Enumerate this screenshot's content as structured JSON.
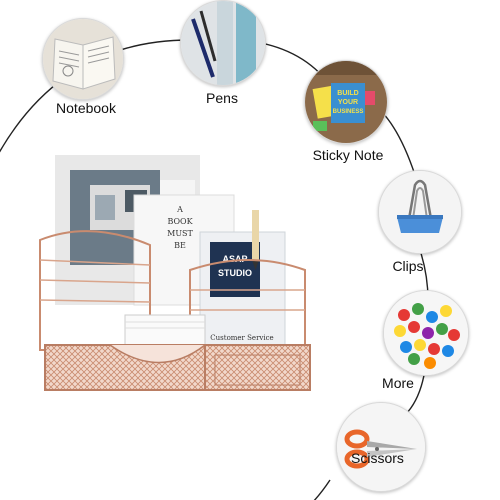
{
  "items": {
    "notebook": "Notebook",
    "pens": "Pens",
    "sticky_note": "Sticky Note",
    "clips": "Clips",
    "more": "More",
    "scissors": "Scissors"
  },
  "product_text": {
    "book_card": "A BOOK MUST BE",
    "studio_card_line1": "ASAP",
    "studio_card_line2": "STUDIO",
    "studio_card_caption": "Customer Service",
    "sticky_sign": "BUILD YOUR BUSINESS"
  },
  "colors": {
    "metal": "#d9a58c",
    "metal_dark": "#b97d63",
    "clip_blue": "#4b8fd9",
    "scissor_orange": "#e8662a"
  }
}
